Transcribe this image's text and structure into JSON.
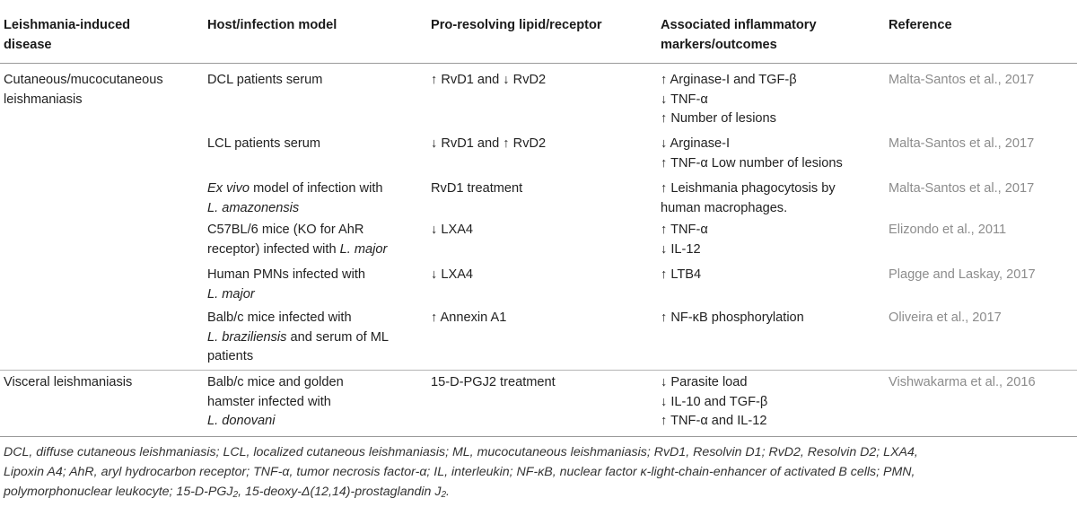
{
  "table": {
    "headers": {
      "disease": [
        "Leishmania-induced",
        "disease"
      ],
      "model": [
        "Host/infection model"
      ],
      "lipid": [
        "Pro-resolving lipid/receptor"
      ],
      "markers": [
        "Associated inflammatory",
        "markers/outcomes"
      ],
      "reference": [
        "Reference"
      ]
    },
    "rows": [
      {
        "disease": [
          "Cutaneous/mucocutaneous",
          "leishmaniasis"
        ],
        "model": [
          "DCL patients serum"
        ],
        "lipid": [
          "↑ RvD1 and ↓ RvD2"
        ],
        "markers": [
          "↑ Arginase-I and TGF-β",
          "↓ TNF-α",
          "↑ Number of lesions"
        ],
        "reference": "Malta-Santos et al., 2017"
      },
      {
        "disease": [],
        "model": [
          "LCL patients serum"
        ],
        "lipid": [
          "↓ RvD1 and ↑ RvD2"
        ],
        "markers": [
          "↓ Arginase-I",
          "↑ TNF-α Low number of lesions"
        ],
        "reference": "Malta-Santos et al., 2017"
      },
      {
        "disease": [],
        "model_italic_lead": "Ex vivo",
        "model": [
          " model of infection with",
          "L. amazonensis"
        ],
        "lipid": [
          "RvD1 treatment"
        ],
        "markers": [
          "↑ Leishmania phagocytosis by",
          "human macrophages."
        ],
        "reference": "Malta-Santos et al., 2017"
      },
      {
        "disease": [],
        "model": [
          "C57BL/6 mice (KO for AhR",
          "receptor) infected with ",
          "L. major"
        ],
        "lipid": [
          "↓ LXA4"
        ],
        "markers": [
          "↑ TNF-α",
          "↓ IL-12"
        ],
        "reference": "Elizondo et al., 2011"
      },
      {
        "disease": [],
        "model": [
          "Human PMNs infected with",
          "L. major"
        ],
        "lipid": [
          "↓ LXA4"
        ],
        "markers": [
          "↑ LTB4"
        ],
        "reference": "Plagge and Laskay, 2017"
      },
      {
        "disease": [],
        "model": [
          "Balb/c mice infected with",
          "L. braziliensis",
          " and serum of ML",
          "patients"
        ],
        "lipid": [
          "↑ Annexin A1"
        ],
        "markers": [
          "↑ NF-κB phosphorylation"
        ],
        "reference": "Oliveira et al., 2017"
      },
      {
        "disease": [
          "Visceral leishmaniasis"
        ],
        "model": [
          "Balb/c mice and golden",
          "hamster infected with",
          "L. donovani"
        ],
        "lipid": [
          "15-D-PGJ2 treatment"
        ],
        "markers": [
          "↓ Parasite load",
          "↓ IL-10 and TGF-β",
          "↑ TNF-α and IL-12"
        ],
        "reference": "Vishwakarma et al., 2016"
      }
    ]
  },
  "footnote": {
    "line1": "DCL, diffuse cutaneous leishmaniasis; LCL, localized cutaneous leishmaniasis; ML, mucocutaneous leishmaniasis; RvD1, Resolvin D1; RvD2, Resolvin D2; LXA4,",
    "line2": "Lipoxin A4; AhR, aryl hydrocarbon receptor; TNF-α, tumor necrosis factor-α; IL, interleukin; NF-κB, nuclear factor κ-light-chain-enhancer of activated B cells; PMN,",
    "line3_a": "polymorphonuclear leukocyte; 15-D-PGJ",
    "line3_sub1": "2",
    "line3_b": ", 15-deoxy-Δ(12,14)-prostaglandin J",
    "line3_sub2": "2",
    "line3_c": "."
  }
}
